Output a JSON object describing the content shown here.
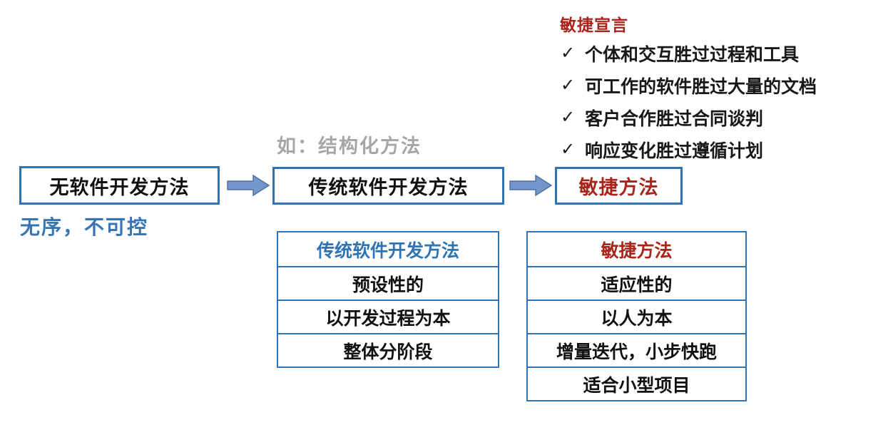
{
  "colors": {
    "box_border_blue": "#2E74B5",
    "arrow_fill_blue": "#7495CB",
    "arrow_edge_blue": "#4F74A8",
    "accent_red": "#A8251C",
    "caption_blue": "#3874B4",
    "note_gray": "#A6A6A6",
    "text_black": "#111111"
  },
  "manifesto": {
    "title": "敏捷宣言",
    "check_glyph": "✓",
    "items": [
      "个体和交互胜过过程和工具",
      "可工作的软件胜过大量的文档",
      "客户合作胜过合同谈判",
      "响应变化胜过遵循计划"
    ]
  },
  "flow": {
    "note_above_middle": "如：结构化方法",
    "boxes": [
      {
        "label": "无软件开发方法"
      },
      {
        "label": "传统软件开发方法"
      },
      {
        "label": "敏捷方法"
      }
    ],
    "caption_below_first": "无序，不可控"
  },
  "tables": [
    {
      "header": "传统软件开发方法",
      "rows": [
        "预设性的",
        "以开发过程为本",
        "整体分阶段"
      ]
    },
    {
      "header": "敏捷方法",
      "rows": [
        "适应性的",
        "以人为本",
        "增量迭代，小步快跑",
        "适合小型项目"
      ]
    }
  ]
}
